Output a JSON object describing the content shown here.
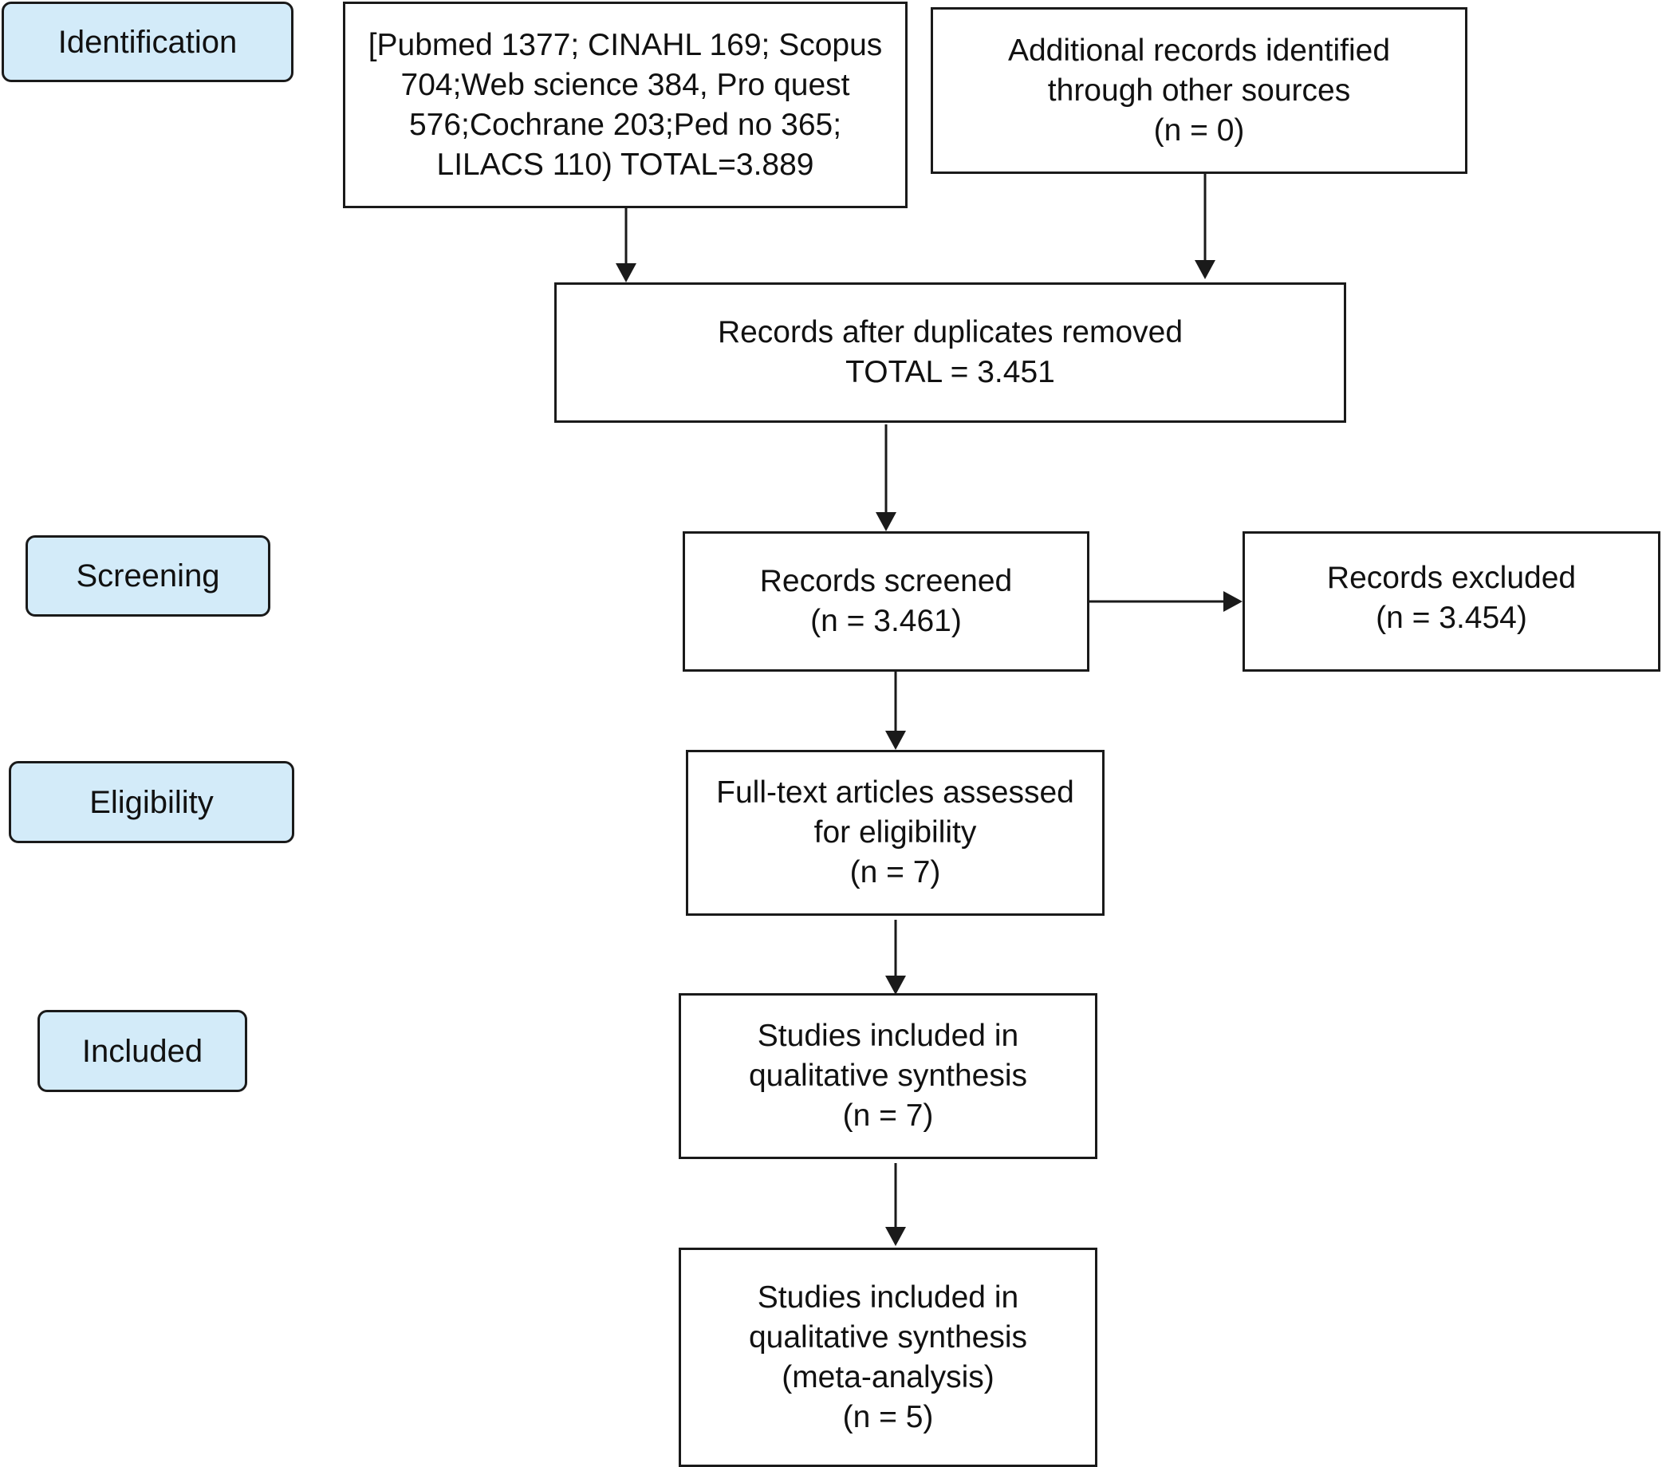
{
  "stages": {
    "identification": "Identification",
    "screening": "Screening",
    "eligibility": "Eligibility",
    "included": "Included"
  },
  "boxes": {
    "databases": {
      "lines": [
        "[Pubmed 1377; CINAHL 169; Scopus",
        "704;Web science 384, Pro quest",
        "576;Cochrane 203;Ped no 365;",
        "LILACS 110) TOTAL=3.889"
      ]
    },
    "other_sources": {
      "lines": [
        "Additional records identified",
        "through other sources",
        "(n = 0)"
      ]
    },
    "duplicates_removed": {
      "lines": [
        "Records after duplicates removed",
        "TOTAL = 3.451"
      ]
    },
    "screened": {
      "lines": [
        "Records screened",
        "(n = 3.461)"
      ]
    },
    "excluded": {
      "lines": [
        "Records excluded",
        "(n = 3.454)"
      ]
    },
    "full_text": {
      "lines": [
        "Full-text articles assessed",
        "for eligibility",
        "(n = 7)"
      ]
    },
    "qualitative": {
      "lines": [
        "Studies included in",
        "qualitative synthesis",
        "(n = 7)"
      ]
    },
    "meta_analysis": {
      "lines": [
        "Studies included in",
        "qualitative synthesis",
        "(meta-analysis)",
        "(n = 5)"
      ]
    }
  },
  "colors": {
    "stage_fill": "#d3ebf9",
    "stroke": "#1a1a1a"
  }
}
